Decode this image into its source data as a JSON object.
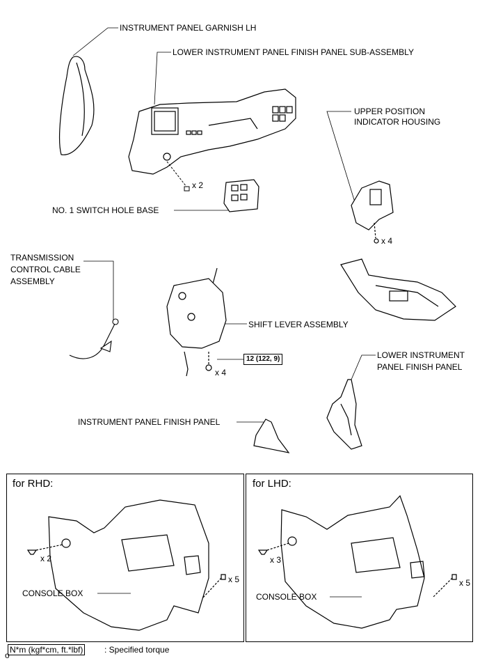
{
  "labels": {
    "garnish": "INSTRUMENT PANEL GARNISH LH",
    "lower_finish_sub": "LOWER INSTRUMENT PANEL FINISH PANEL SUB-ASSEMBLY",
    "upper_pos_1": "UPPER POSITION",
    "upper_pos_2": "INDICATOR HOUSING",
    "switch_hole": "NO. 1 SWITCH HOLE BASE",
    "trans_1": "TRANSMISSION",
    "trans_2": "CONTROL CABLE",
    "trans_3": "ASSEMBLY",
    "shift_lever": "SHIFT LEVER ASSEMBLY",
    "lower_finish_1": "LOWER INSTRUMENT",
    "lower_finish_2": "PANEL FINISH PANEL",
    "finish_panel": "INSTRUMENT PANEL FINISH PANEL"
  },
  "counts": {
    "clip_sub": "x 2",
    "clip_upper": "x 4",
    "bolt_shift": "x 4",
    "rhd_clip": "x 2",
    "rhd_screw": "x 5",
    "lhd_clip": "x 3",
    "lhd_screw": "x 5"
  },
  "torque": "12 (122, 9)",
  "panels": {
    "rhd_title": "for RHD:",
    "lhd_title": "for LHD:",
    "rhd_console": "CONSOLE BOX",
    "lhd_console": "CONSOLE BOX"
  },
  "legend": {
    "unit": "N*m (kgf*cm, ft.*lbf)",
    "text": ": Specified torque"
  },
  "code": "o"
}
